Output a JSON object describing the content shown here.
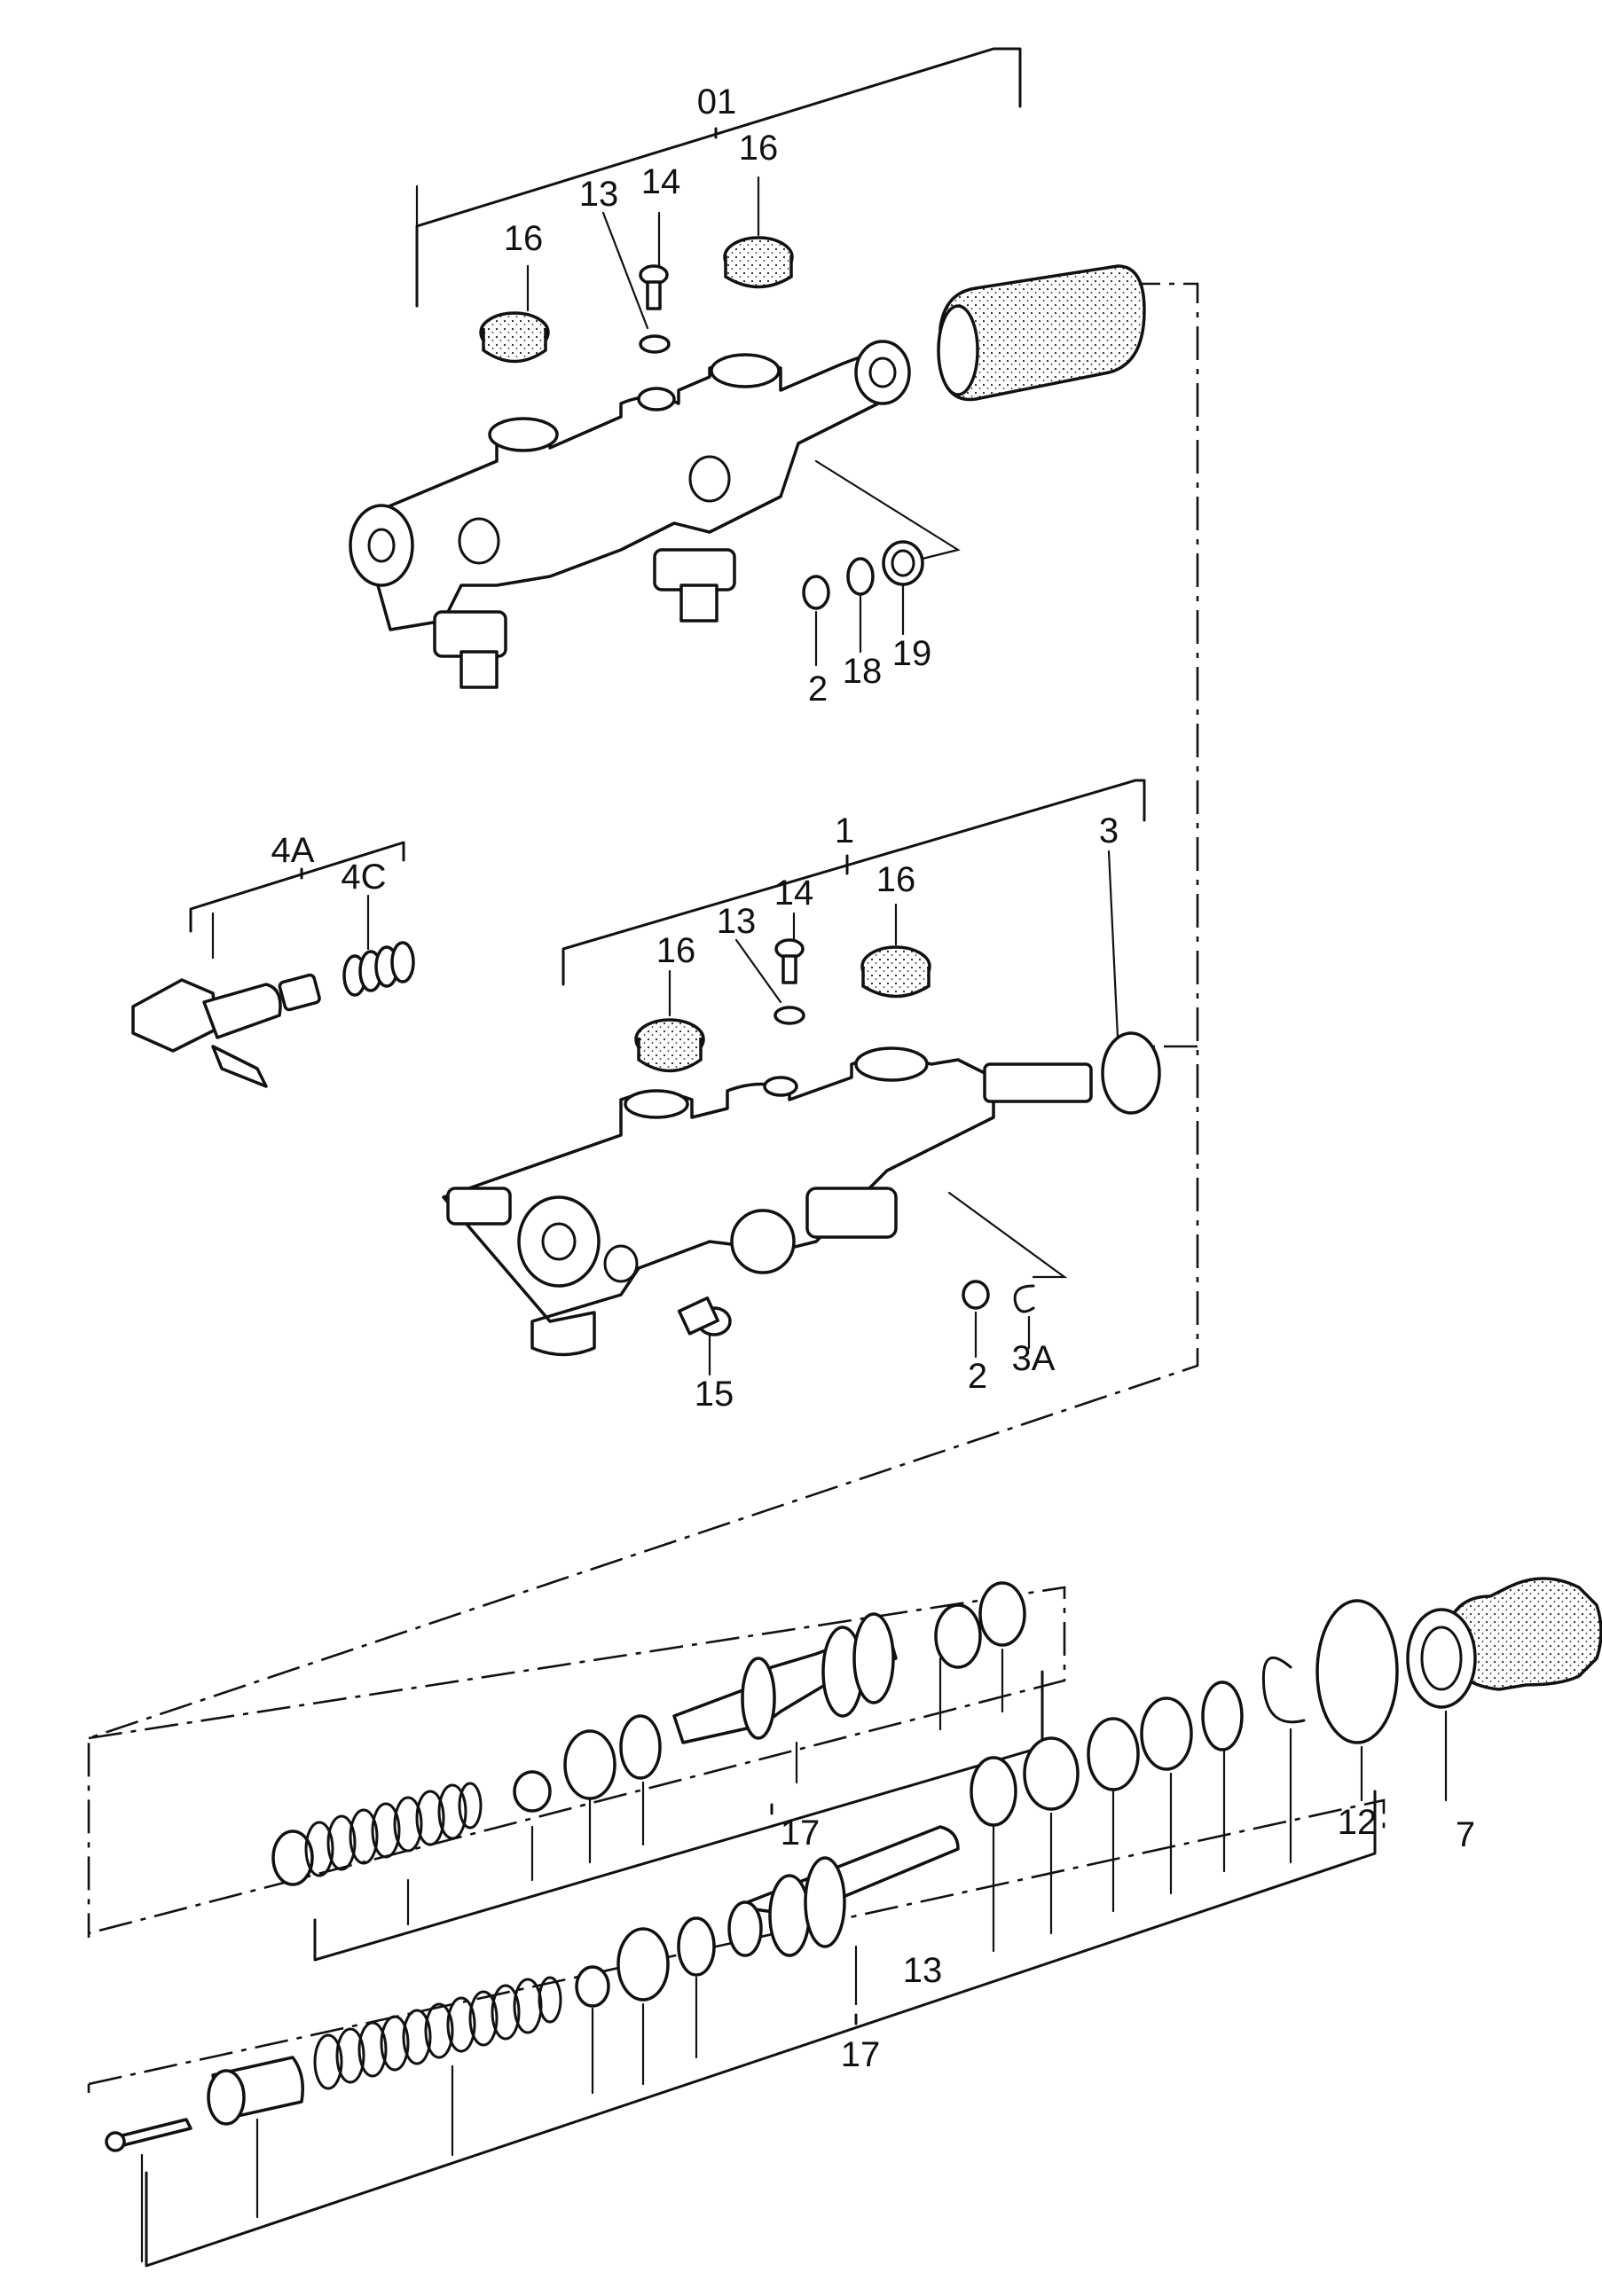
{
  "labels": {
    "l01": "01",
    "l16a": "16",
    "l13a": "13",
    "l14a": "14",
    "l16b": "16",
    "l2a": "2",
    "l18": "18",
    "l19": "19",
    "l4A": "4A",
    "l4C": "4C",
    "l1": "1",
    "l3": "3",
    "l13b": "13",
    "l14b": "14",
    "l16c": "16",
    "l16d": "16",
    "l15": "15",
    "l2b": "2",
    "l3A": "3A",
    "l17a": "17",
    "l12": "12",
    "l7": "7",
    "l13c": "13",
    "l17b": "17"
  },
  "icons": {
    "upper-master-cylinder": "master-cylinder-icon",
    "lower-master-cylinder": "master-cylinder-icon",
    "brake-light-switch": "switch-icon",
    "rubber-boot": "boot-icon",
    "piston-assembly": "piston-icon"
  }
}
